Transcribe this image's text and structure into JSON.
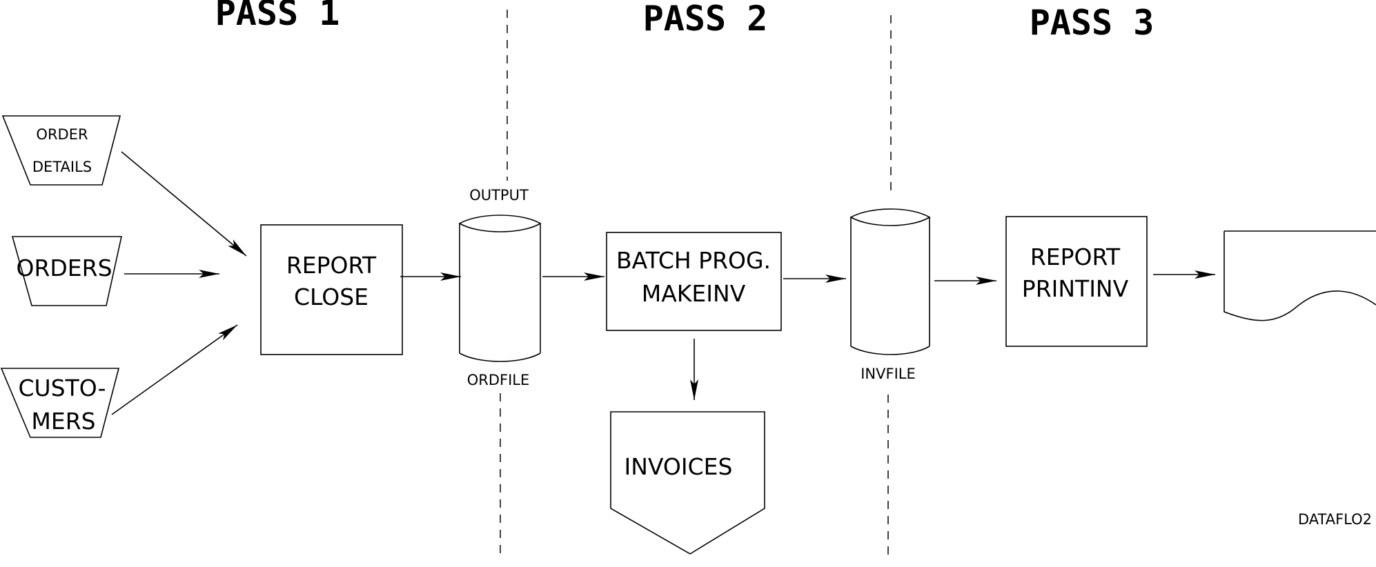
{
  "passes": [
    "PASS 1",
    "PASS 2",
    "PASS 3"
  ],
  "inputs": {
    "order_details": [
      "ORDER",
      "DETAILS"
    ],
    "orders": [
      "ORDERS"
    ],
    "customers": [
      "CUSTO-",
      "MERS"
    ]
  },
  "process_report_close": [
    "REPORT",
    "CLOSE"
  ],
  "storage_ordfile": {
    "label_top": "OUTPUT",
    "label_bottom": "ORDFILE"
  },
  "process_batch_makeinv": [
    "BATCH PROG.",
    "MAKEINV"
  ],
  "output_invoices": "INVOICES",
  "storage_invfile": {
    "label_bottom": "INVFILE"
  },
  "process_report_printinv": [
    "REPORT",
    "PRINTINV"
  ],
  "diagram_id": "DATAFLO2"
}
